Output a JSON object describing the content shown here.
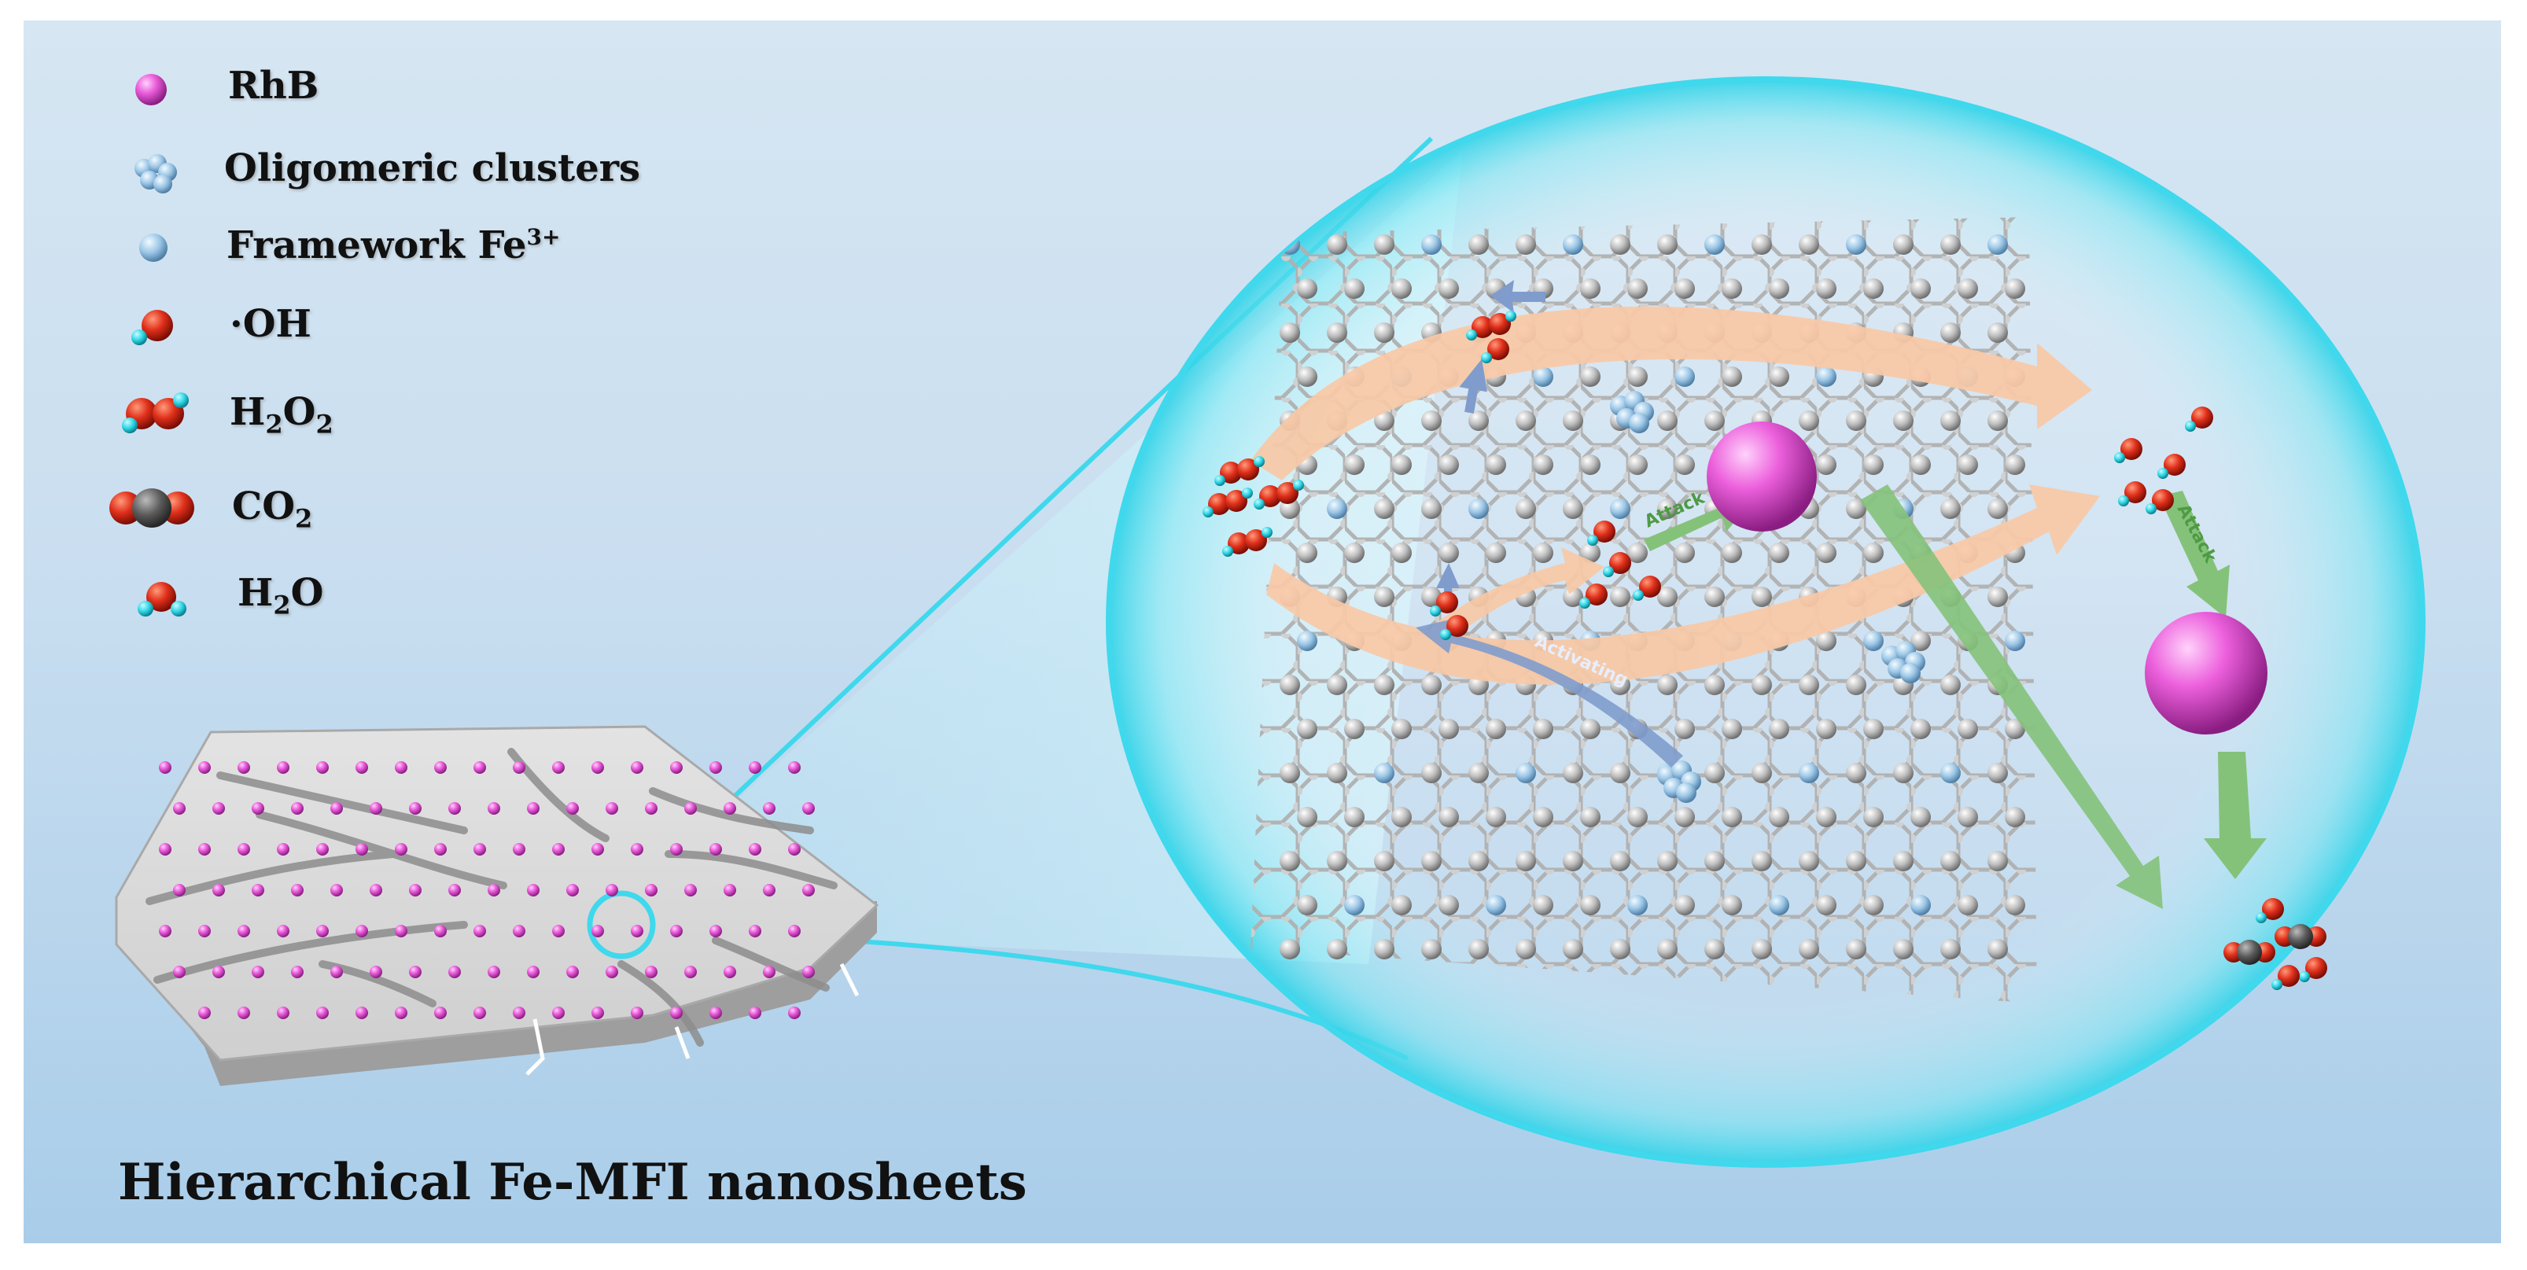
{
  "legend": {
    "items": [
      {
        "label": "RhB",
        "icon": "rhb-sphere-icon",
        "color": "#e85ad8"
      },
      {
        "label": "Oligomeric clusters",
        "icon": "oligomeric-cluster-icon",
        "color": "#8fbcdf"
      },
      {
        "label": "Framework Fe",
        "sup": "3+",
        "icon": "framework-fe-icon",
        "color": "#8fbcdf"
      },
      {
        "label": "·OH",
        "icon": "hydroxyl-radical-icon",
        "color": "#d42a1a"
      },
      {
        "label_parts": [
          "H",
          "2",
          "O",
          "2"
        ],
        "icon": "hydrogen-peroxide-icon",
        "color": "#d42a1a"
      },
      {
        "label_parts": [
          "CO",
          "2"
        ],
        "icon": "carbon-dioxide-icon",
        "color": "#555555"
      },
      {
        "label_parts": [
          "H",
          "2",
          "O"
        ],
        "icon": "water-icon",
        "color": "#d42a1a"
      }
    ]
  },
  "diagram": {
    "caption": "Hierarchical Fe-MFI nanosheets",
    "arrow_labels": {
      "attack_1": "Attack",
      "attack_2": "Attack",
      "activating": "Activating"
    }
  },
  "colors": {
    "background_top": "#d6e6f2",
    "background_bottom": "#a9cde9",
    "bubble_edge": "#3fd8ec",
    "flow_arrow": "#f8c9a6",
    "attack_arrow": "#84c27a",
    "activating_arrow": "#7f9ccc",
    "framework_gray": "#b8b8b8",
    "framework_fe": "#8fbcdf",
    "rhb": "#e85ad8"
  }
}
